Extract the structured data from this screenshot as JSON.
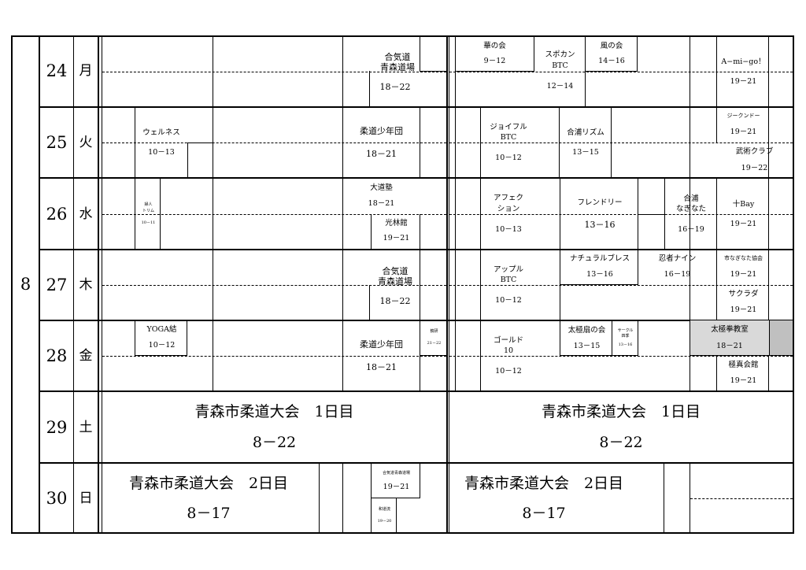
{
  "month": "8",
  "days": [
    {
      "day": "24",
      "wd": "月"
    },
    {
      "day": "25",
      "wd": "火"
    },
    {
      "day": "26",
      "wd": "水"
    },
    {
      "day": "27",
      "wd": "木"
    },
    {
      "day": "28",
      "wd": "金"
    },
    {
      "day": "29",
      "wd": "土"
    },
    {
      "day": "30",
      "wd": "日"
    }
  ],
  "bookings": {
    "d24_aikido": {
      "name1": "合気道",
      "name2": "青森道場",
      "time": "18－22"
    },
    "d24_hana": {
      "name": "華の会",
      "time": "9－12"
    },
    "d24_supokan": {
      "name1": "スポカン",
      "name2": "BTC",
      "time": "12－14"
    },
    "d24_kaze": {
      "name": "風の会",
      "time": "14－16"
    },
    "d24_amigo": {
      "name": "A−mi−go！",
      "time": "19－21"
    },
    "d25_wellness": {
      "name": "ウェルネス",
      "time": "10－13"
    },
    "d25_judo": {
      "name": "柔道少年団",
      "time": "18－21"
    },
    "d25_joyful": {
      "name1": "ジョイフル",
      "name2": "BTC",
      "time": "10－12"
    },
    "d25_gouura": {
      "name": "合浦リズム",
      "time": "13－15"
    },
    "d25_jeet": {
      "name": "ジークンドー",
      "time": "19－21"
    },
    "d25_bujutsu": {
      "name": "武術クラブ",
      "time": "19－22"
    },
    "d26_fujin": {
      "name1": "婦人",
      "name2": "トリム",
      "time": "10－11"
    },
    "d26_daido": {
      "name": "大道塾",
      "time": "18－21"
    },
    "d26_korin": {
      "name": "光林館",
      "time": "19－21"
    },
    "d26_affection": {
      "name1": "アフェク",
      "name2": "ション",
      "time": "10－13"
    },
    "d26_friendly": {
      "name": "フレンドリー",
      "time": "13－16"
    },
    "d26_nagi": {
      "name1": "合浦",
      "name2": "なぎなた",
      "time": "16－19"
    },
    "d26_tobay": {
      "name": "十Bay",
      "time": "19－21"
    },
    "d27_aikido": {
      "name1": "合気道",
      "name2": "青森道場",
      "time": "18－22"
    },
    "d27_apple": {
      "name1": "アップル",
      "name2": "BTC",
      "time": "10－12"
    },
    "d27_natural": {
      "name": "ナチュラルブレス",
      "time": "13－16"
    },
    "d27_ninja": {
      "name": "忍者ナイン",
      "time": "16－19"
    },
    "d27_naginata_kyokai": {
      "name": "市なぎなた協会",
      "time": "19－21"
    },
    "d27_sakurada": {
      "name": "サクラダ",
      "time": "19－21"
    },
    "d28_yoga": {
      "name": "YOGA結",
      "time": "10－12"
    },
    "d28_judo": {
      "name": "柔道少年団",
      "time": "18－21"
    },
    "d28_koken": {
      "name": "鏡研",
      "time": "21－22"
    },
    "d28_gold": {
      "name1": "ゴールド",
      "name2": "10",
      "time": "10－12"
    },
    "d28_taikyoku": {
      "name": "太極扇の会",
      "time": "13－15"
    },
    "d28_circle": {
      "name1": "サークル",
      "name2": "四季",
      "time": "13－16"
    },
    "d28_taikyokuken": {
      "name": "太極拳教室",
      "time": "18－21"
    },
    "d28_kyokushin": {
      "name": "極真会館",
      "time": "19－21"
    },
    "d30_aikido": {
      "name": "合気道青森道場",
      "time": "19－21"
    },
    "d30_wado": {
      "name": "和道流",
      "time": "19－20"
    }
  },
  "events": {
    "d29_left": {
      "title": "青森市柔道大会　1日目",
      "time": "8－22"
    },
    "d29_right": {
      "title": "青森市柔道大会　1日目",
      "time": "8－22"
    },
    "d30_left": {
      "title": "青森市柔道大会　2日目",
      "time": "8－17"
    },
    "d30_right": {
      "title": "青森市柔道大会　2日目",
      "time": "8－17"
    }
  },
  "colors": {
    "highlight": "#d9d9d9",
    "highlight_dark": "#c0c0c0"
  }
}
